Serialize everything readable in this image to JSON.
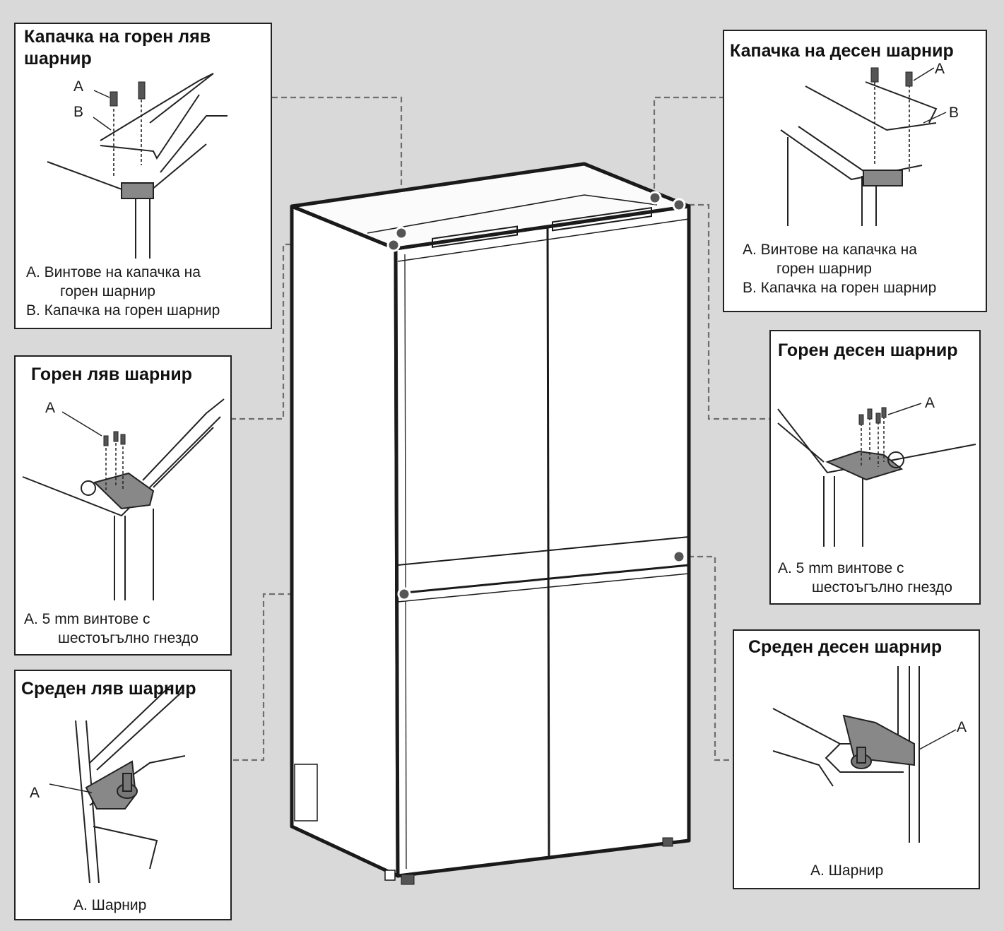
{
  "panels": {
    "top_left_cover": {
      "title_line1": "Капачка на горен ляв",
      "title_line2": "шарнир",
      "label_a": "A",
      "label_b": "B",
      "caption_a_line1": "A. Винтове на капачка на",
      "caption_a_line2": "горен шарнир",
      "caption_b": "B. Капачка на горен шарнир"
    },
    "top_right_cover": {
      "title": "Капачка на десен шарнир",
      "label_a": "A",
      "label_b": "B",
      "caption_a_line1": "A. Винтове на капачка на",
      "caption_a_line2": "горен шарнир",
      "caption_b": "B. Капачка на горен шарнир"
    },
    "top_left_hinge": {
      "title": "Горен ляв шарнир",
      "label_a": "A",
      "caption_line1": "A. 5 mm винтове с",
      "caption_line2": "шестоъгълно гнездо"
    },
    "top_right_hinge": {
      "title": "Горен десен шарнир",
      "label_a": "A",
      "caption_line1": "A. 5 mm винтове с",
      "caption_line2": "шестоъгълно гнездо"
    },
    "middle_left_hinge": {
      "title": "Среден ляв шарнир",
      "label_a": "A",
      "caption": "A. Шарнир"
    },
    "middle_right_hinge": {
      "title": "Среден десен шарнир",
      "label_a": "A",
      "caption": "A. Шарнир"
    }
  },
  "colors": {
    "background": "#d9d9d9",
    "panel_border": "#222222",
    "marker": "#555555",
    "leader_line": "#6e6e6e"
  }
}
